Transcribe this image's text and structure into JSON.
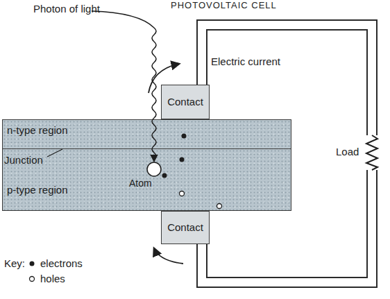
{
  "diagram": {
    "title": "PHOTOVOLTAIC CELL",
    "nodes": [
      {
        "text": [
          "Contact"
        ]
      },
      {
        "text": [
          "n-type region"
        ]
      },
      {
        "text": [
          "p-type region"
        ]
      },
      {
        "text": [
          "Contact"
        ]
      }
    ],
    "edges": [
      {
        "from": 0,
        "to": 3,
        "arrow": "none"
      }
    ],
    "labels": [
      "Photon of light",
      "Electric current",
      "Junction",
      "Atom",
      "Load",
      "Key:"
    ],
    "legend": [
      {
        "text": "electrons"
      },
      {
        "text": "holes"
      }
    ]
  }
}
